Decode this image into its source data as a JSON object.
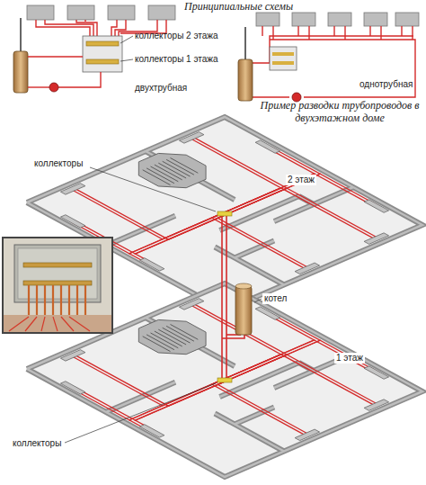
{
  "diagram": {
    "title": "Принципиальные схемы",
    "labels": [
      "коллекторы 2 этажа",
      "коллекторы 1 этажа",
      "двухтрубная",
      "однотрубная",
      "Пример разводки трубопроводов в двухэтажном доме",
      "коллекторы",
      "2 этаж",
      "котел",
      "1 этаж",
      "коллекторы"
    ]
  }
}
